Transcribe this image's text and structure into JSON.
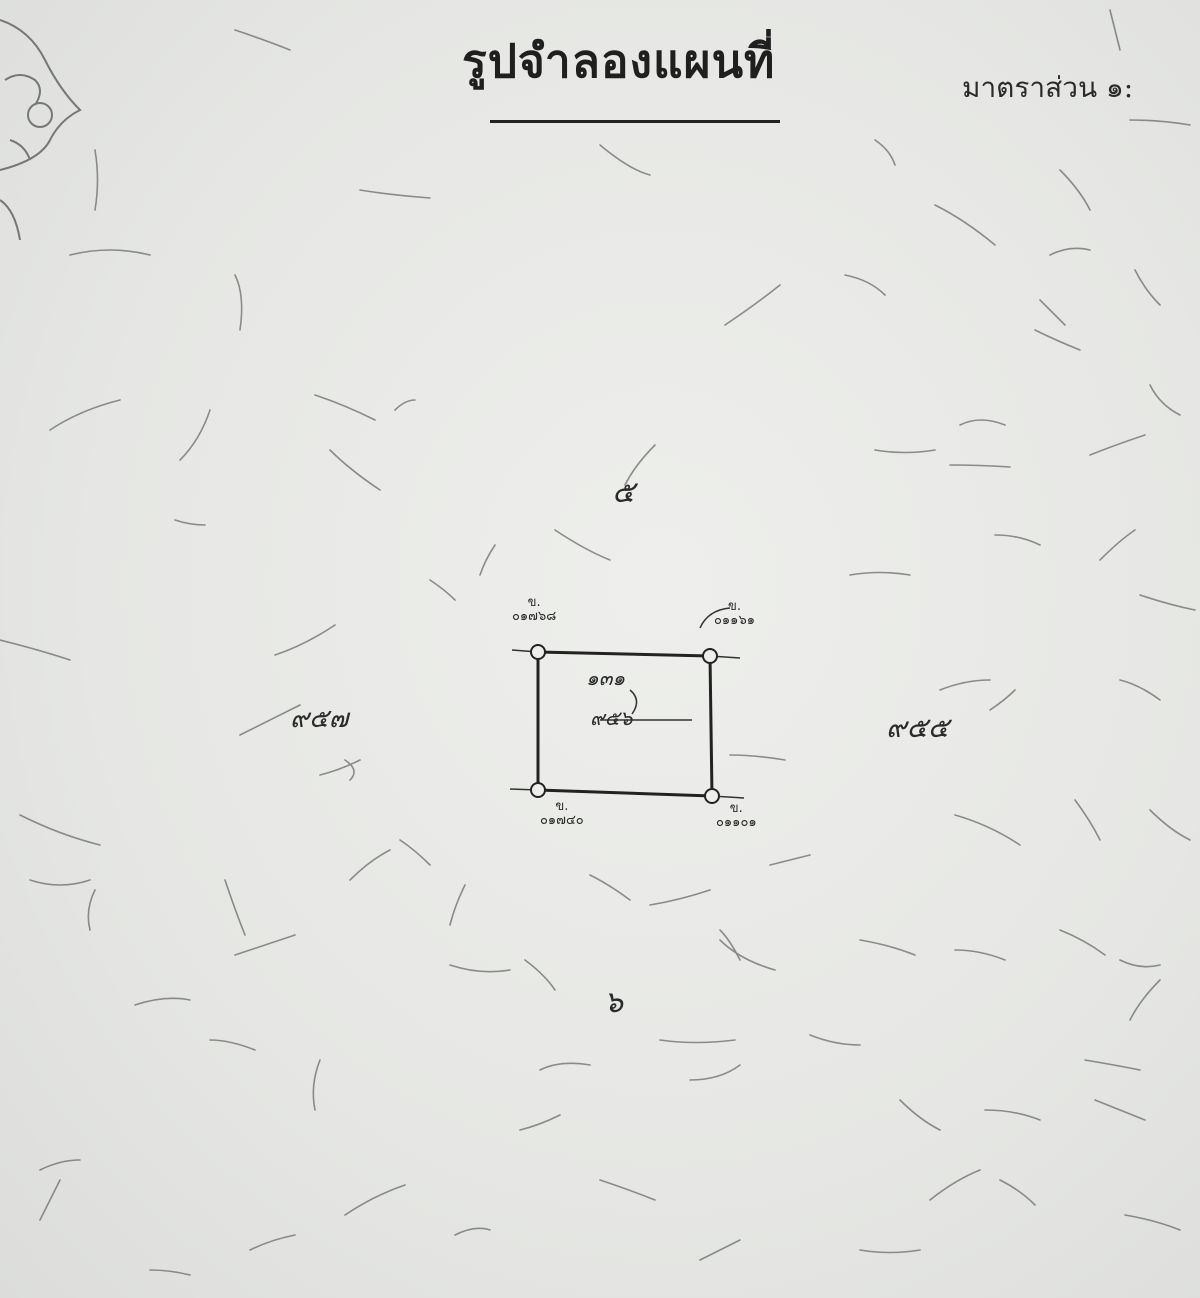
{
  "document": {
    "title": "รูปจำลองแผนที่",
    "scale_label": "มาตราส่วน ๑:",
    "directions": {
      "north": "๕",
      "south": "๖",
      "west": "๙๕๗",
      "east": "๙๕๕"
    },
    "parcel": {
      "number": "๑๓๑",
      "sub": "๙๕๖"
    },
    "markers": {
      "top_left": {
        "prefix": "ข.",
        "code": "๐๑๗๖๘"
      },
      "top_right": {
        "prefix": "ข.",
        "code": "๐๑๑๖๑"
      },
      "bottom_left": {
        "prefix": "ข.",
        "code": "๐๑๗๔๐"
      },
      "bottom_right": {
        "prefix": "ข.",
        "code": "๐๑๑๐๑"
      }
    }
  },
  "colors": {
    "ink": "#222222",
    "paper": "#e7e8e5",
    "fiber": "#5a5c5a"
  }
}
